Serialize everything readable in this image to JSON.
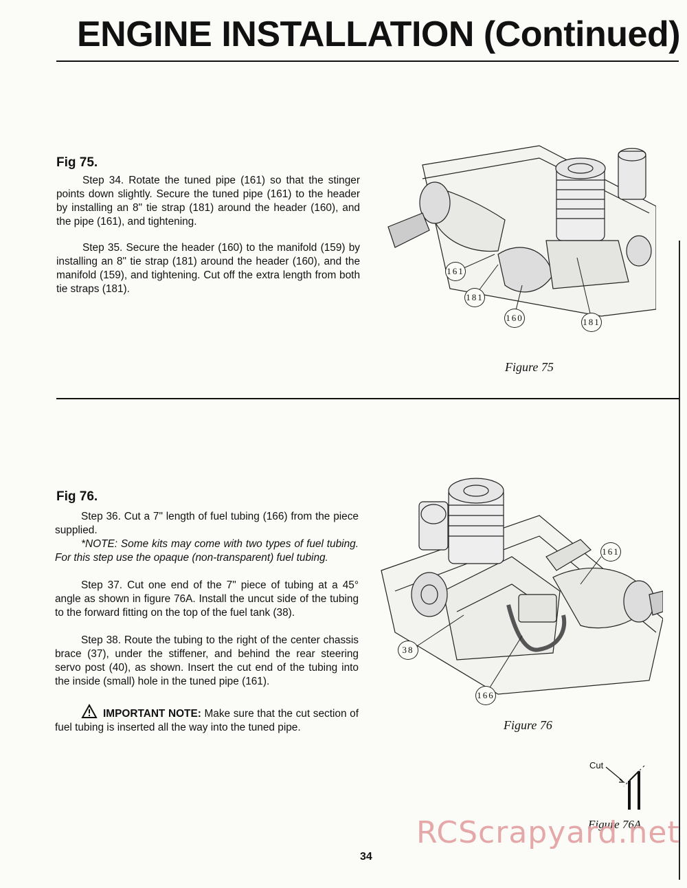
{
  "page": {
    "title": "ENGINE INSTALLATION (Continued)",
    "page_number": "34",
    "watermark": "RCScrapyard.net"
  },
  "fig75": {
    "heading": "Fig 75.",
    "step34": "Step 34.  Rotate the tuned pipe (161) so that the stinger points down slightly. Secure the tuned pipe (161) to the header by installing an 8\" tie strap (181) around the header (160), and the pipe (161), and tightening.",
    "step35": "Step 35.  Secure the header (160) to the manifold (159) by installing an 8\" tie strap (181) around the header (160), and the manifold (159), and tightening. Cut off the extra length from both tie straps (181).",
    "caption": "Figure 75",
    "callouts": [
      "161",
      "181",
      "160",
      "181"
    ]
  },
  "fig76": {
    "heading": "Fig 76.",
    "step36": "Step 36.  Cut a 7\" length of fuel tubing (166) from the piece supplied.",
    "note": "*NOTE: Some kits may come with two types of fuel tubing. For this step use the opaque (non-transparent) fuel tubing.",
    "step37": "Step 37.  Cut one end of the 7\" piece of tubing at a 45° angle as shown in figure 76A. Install the uncut side of the tubing to the forward fitting on the top of the fuel tank (38).",
    "step38": "Step 38.  Route the tubing to the right of the center chassis brace (37), under the stiffener, and behind the rear steering servo post (40), as shown. Insert the cut end of the tubing into the inside (small) hole in the tuned pipe (161).",
    "important_label": "IMPORTANT NOTE:",
    "important_text": " Make sure that the cut section of  fuel tubing is inserted all the way into the tuned pipe.",
    "caption": "Figure 76",
    "callouts": [
      "161",
      "38",
      "166"
    ]
  },
  "fig76a": {
    "cut_label": "Cut",
    "caption": "Figure 76A"
  },
  "icons": [
    "warning-triangle-icon"
  ]
}
